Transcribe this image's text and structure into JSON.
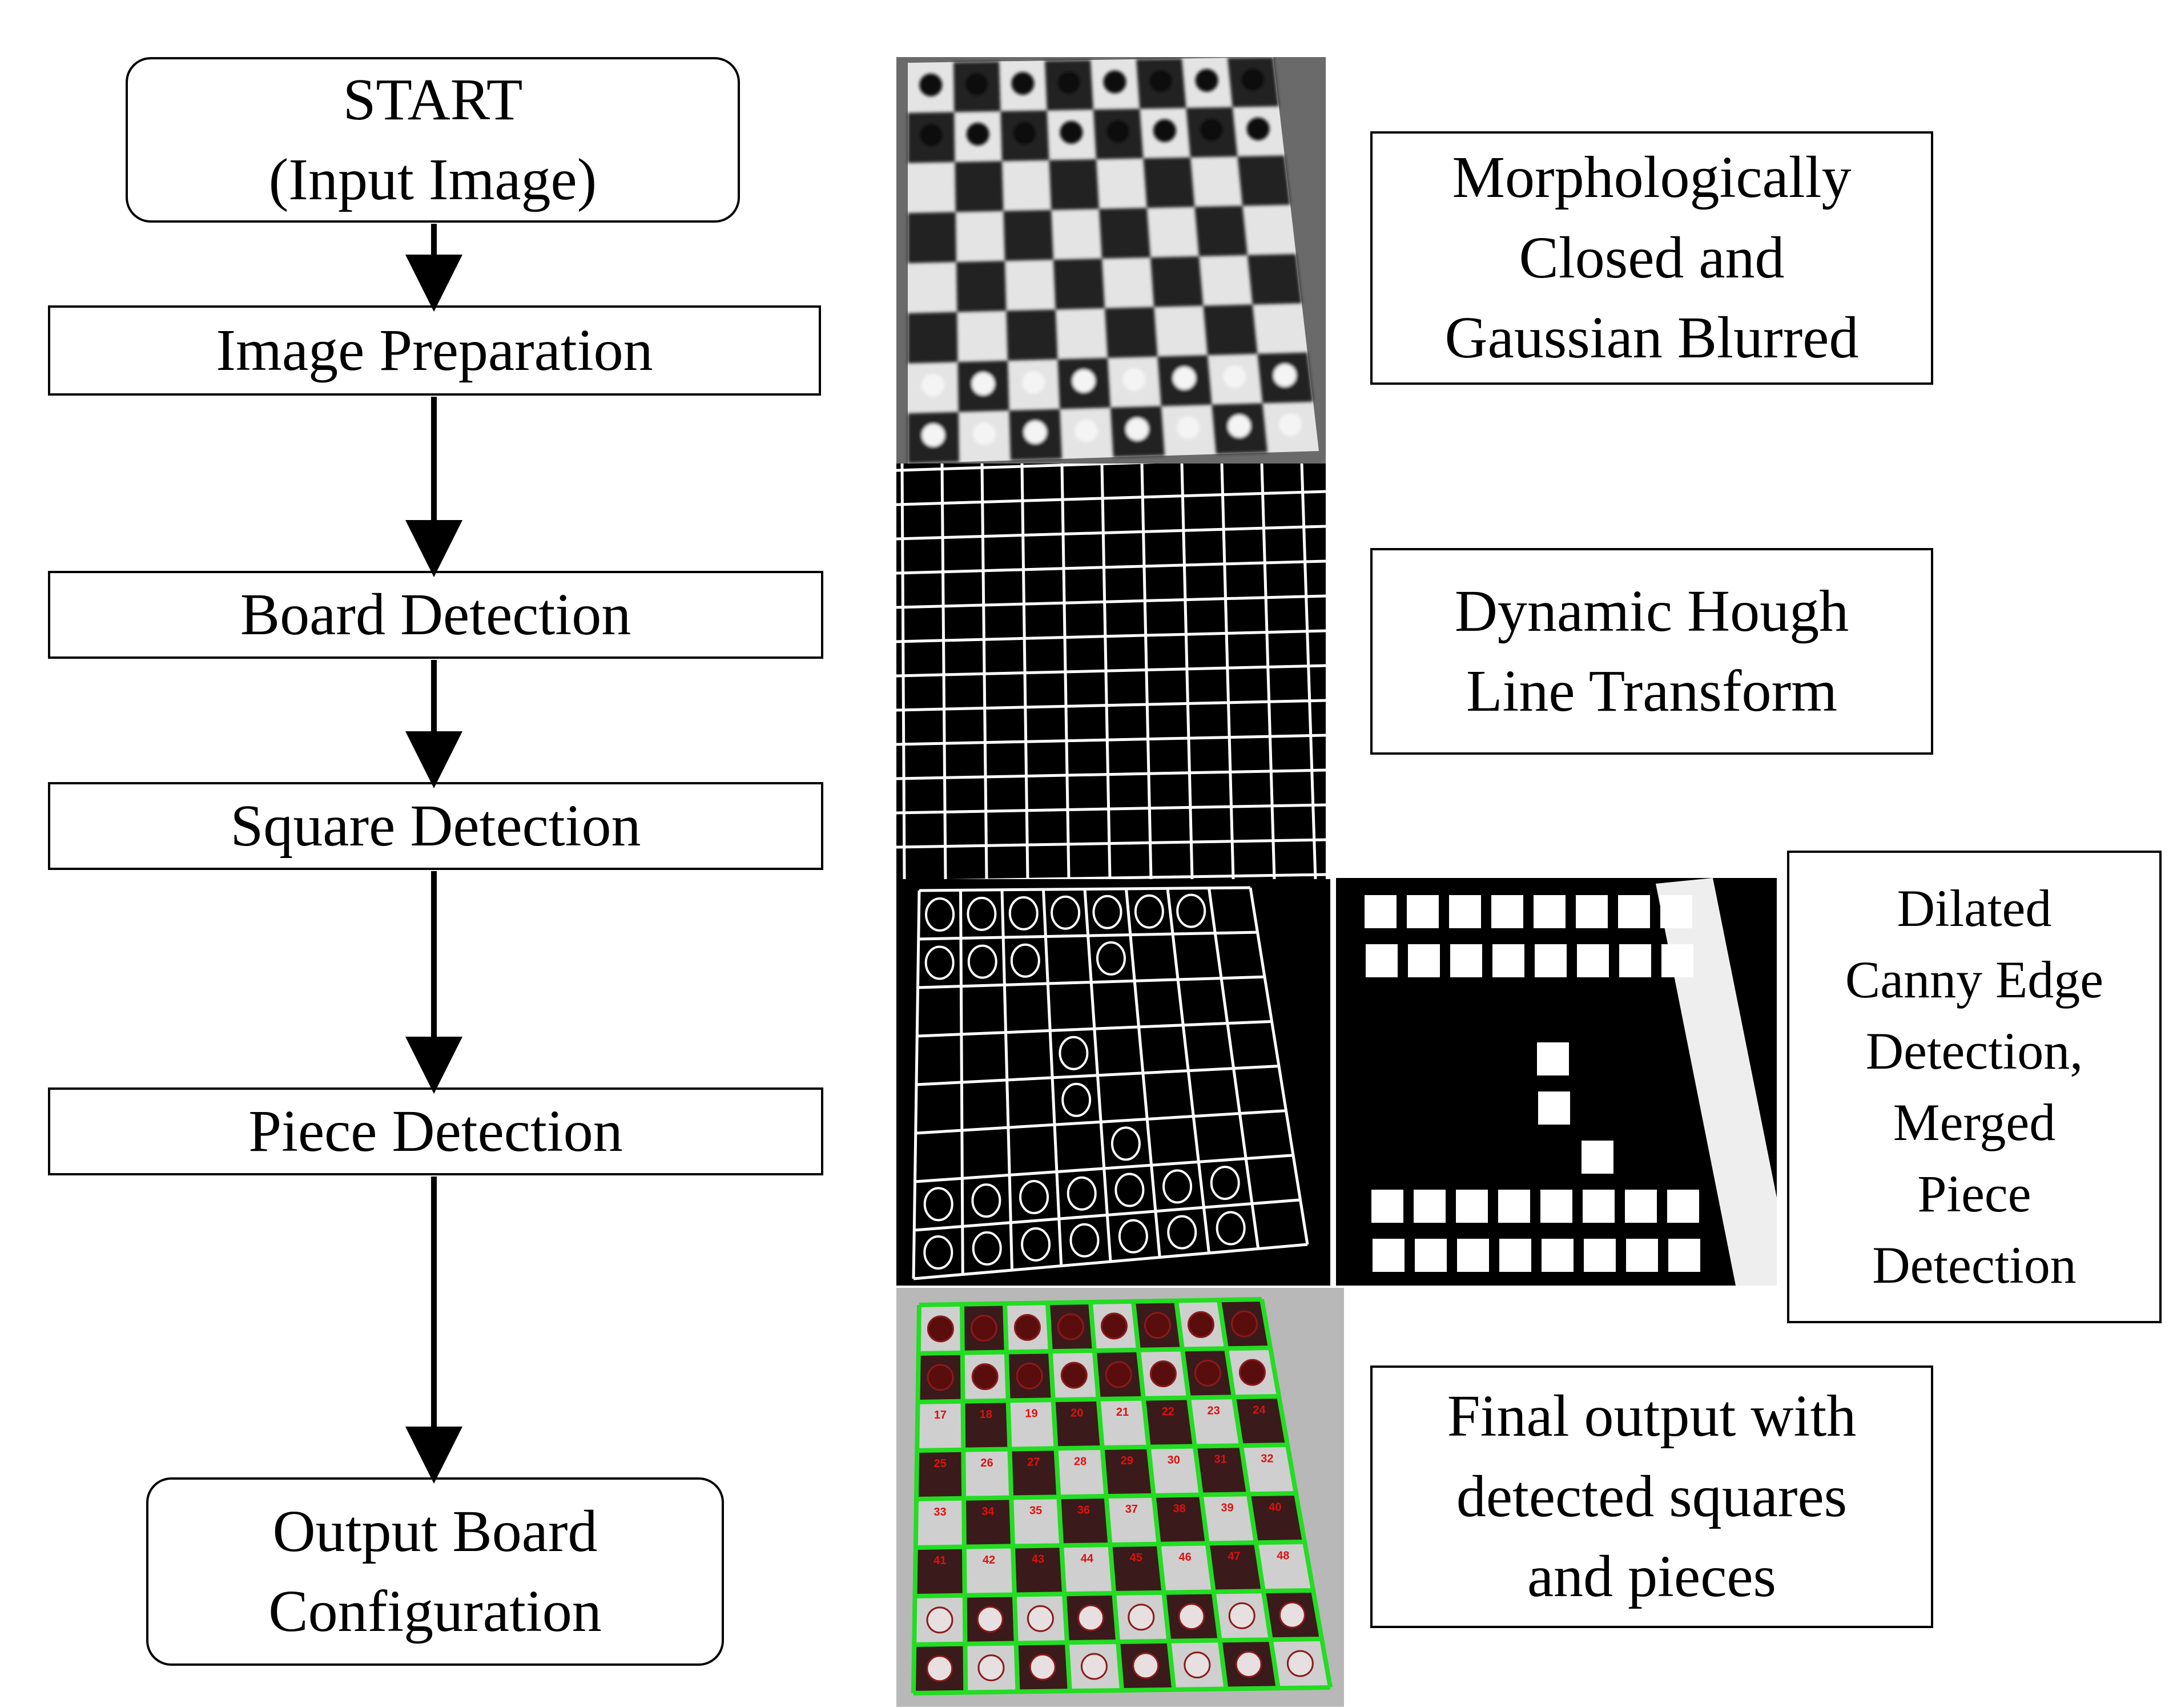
{
  "flowchart": {
    "start": {
      "line1": "START",
      "line2": "(Input Image)"
    },
    "steps": [
      "Image Preparation",
      "Board Detection",
      "Square Detection",
      "Piece Detection"
    ],
    "end": {
      "line1": "Output Board",
      "line2": "Configuration"
    }
  },
  "annotations": {
    "preparation": [
      "Morphologically",
      "Closed and",
      "Gaussian Blurred"
    ],
    "board": [
      "Dynamic Hough",
      "Line Transform"
    ],
    "square_piece": [
      "Dilated",
      "Canny Edge",
      "Detection,",
      "Merged",
      "Piece",
      "Detection"
    ],
    "final": [
      "Final output with",
      "detected squares",
      "and pieces"
    ]
  },
  "final_board_numbers": [
    "17",
    "18",
    "19",
    "20",
    "21",
    "22",
    "23",
    "24",
    "25",
    "26",
    "27",
    "28",
    "29",
    "30",
    "31",
    "32",
    "33",
    "34",
    "35",
    "36",
    "37",
    "38",
    "39",
    "40",
    "41",
    "42",
    "43",
    "44",
    "45",
    "46",
    "47",
    "48"
  ],
  "colors": {
    "detection_green": "#22dd22",
    "label_red": "#dd1111"
  }
}
